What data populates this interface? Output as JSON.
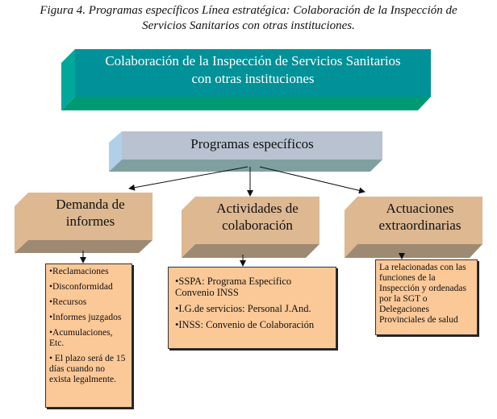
{
  "caption": {
    "line1": "Figura 4. Programas específicos Línea estratégica: Colaboración de la Inspección de",
    "line2": "Servicios Sanitarios con otras instituciones."
  },
  "main_box": {
    "line1": "Colaboración de la Inspección de Servicios Sanitarios",
    "line2": "con otras instituciones"
  },
  "programs_box": "Programas específicos",
  "categories": [
    {
      "line1": "Demanda de",
      "line2": "informes",
      "items": [
        "•Reclamaciones",
        "•Disconformidad",
        "•Recursos",
        "•Informes juzgados",
        "•Acumulaciones, Etc.",
        "• El plazo será de 15 días cuando no exista legalmente."
      ]
    },
    {
      "line1": "Actividades de",
      "line2": "colaboración",
      "items": [
        "•SSPA: Programa Especifico Convenio INSS",
        "•I.G.de servicios: Personal J.And.",
        "•INSS: Convenio de Colaboración"
      ]
    },
    {
      "line1": "Actuaciones",
      "line2": "extraordinarias",
      "items": [
        "La relacionadas con las funciones de la Inspección y ordenadas por la SGT o Delegaciones Provinciales de salud"
      ]
    }
  ],
  "colors": {
    "teal": "#009199",
    "blue_gray": "#b8c2d0",
    "tan": "#ddb891",
    "list_bg": "#fbc897"
  }
}
